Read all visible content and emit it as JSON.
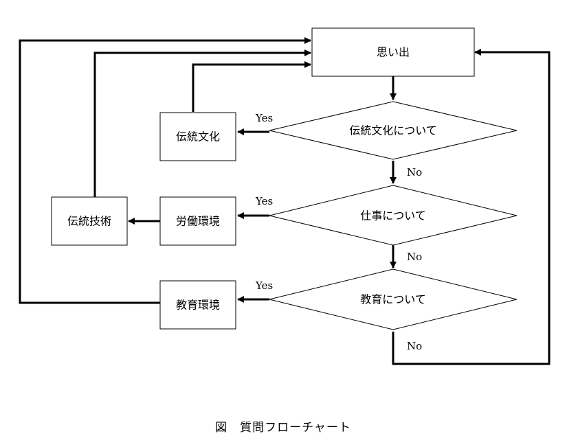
{
  "nodes": {
    "memories": "思い出",
    "traditional_culture": "伝統文化",
    "traditional_skills": "伝統技術",
    "work_environment": "労働環境",
    "education_environment": "教育環境"
  },
  "decisions": {
    "about_traditional_culture": "伝統文化について",
    "about_work": "仕事について",
    "about_education": "教育について"
  },
  "edge_labels": {
    "yes": "Yes",
    "no": "No"
  },
  "caption": "図　質問フローチャート"
}
